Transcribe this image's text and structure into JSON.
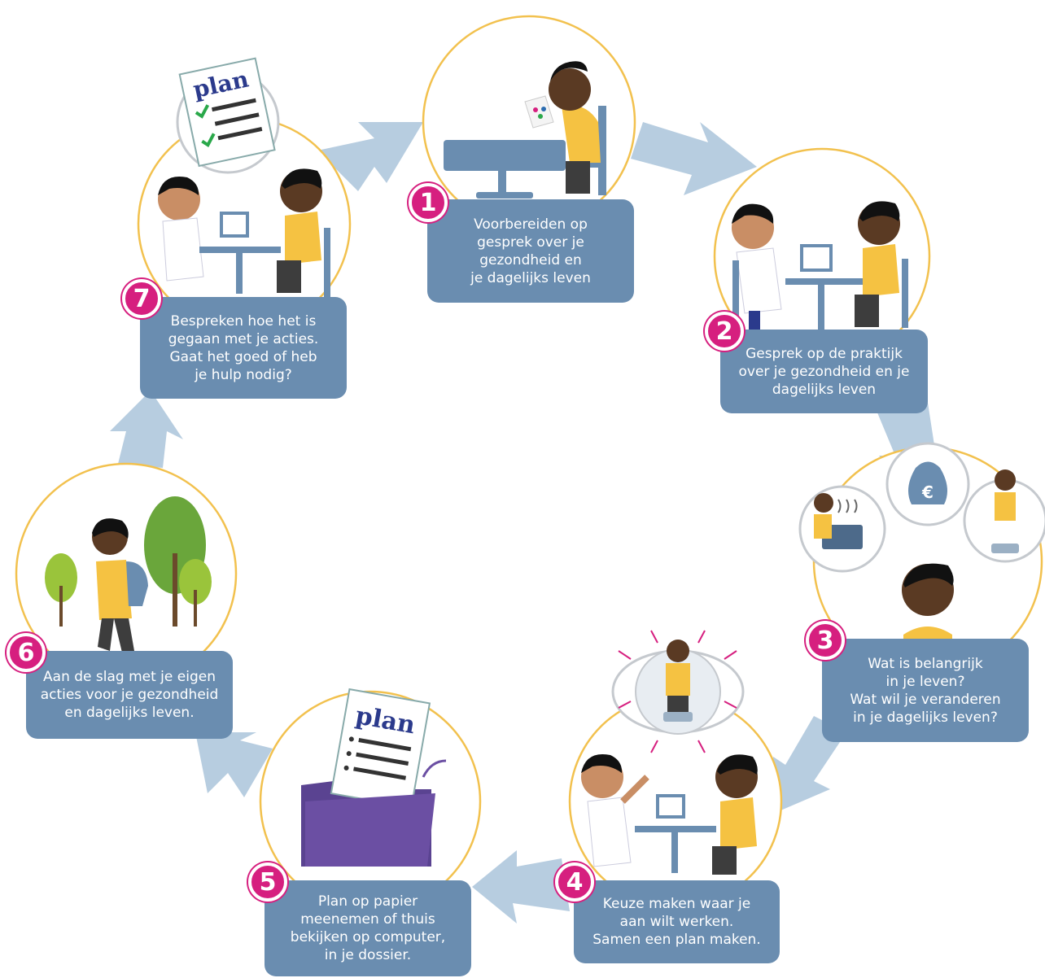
{
  "colors": {
    "arrow": "#b7cde0",
    "box": "#6a8db0",
    "badge": "#d61f7f",
    "circle_border": "#f2c14e",
    "shirt": "#f5c242",
    "skin_dark": "#5a3a23",
    "folder": "#6b4fa3",
    "tree": "#7cbb3b",
    "check": "#2aa84a",
    "plan_text": "#2b3a8c"
  },
  "steps": [
    {
      "number": "1",
      "text": "Voorbereiden op\ngesprek over je\ngezondheid en\nje dagelijks leven"
    },
    {
      "number": "2",
      "text": "Gesprek op de praktijk\nover je gezondheid en je\ndagelijks leven"
    },
    {
      "number": "3",
      "text": "Wat is belangrijk\nin je leven?\nWat wil je veranderen\nin je dagelijks leven?"
    },
    {
      "number": "4",
      "text": "Keuze maken waar je\naan wilt werken.\nSamen een plan maken."
    },
    {
      "number": "5",
      "text": "Plan op papier\nmeenemen of thuis\nbekijken op computer,\nin je dossier."
    },
    {
      "number": "6",
      "text": "Aan de slag met je eigen\nacties voor je gezondheid\nen dagelijks leven."
    },
    {
      "number": "7",
      "text": "Bespreken hoe het is\ngegaan met je acties.\nGaat het goed of heb\nje hulp nodig?"
    }
  ],
  "plan_word": "plan",
  "euro_symbol": "€"
}
